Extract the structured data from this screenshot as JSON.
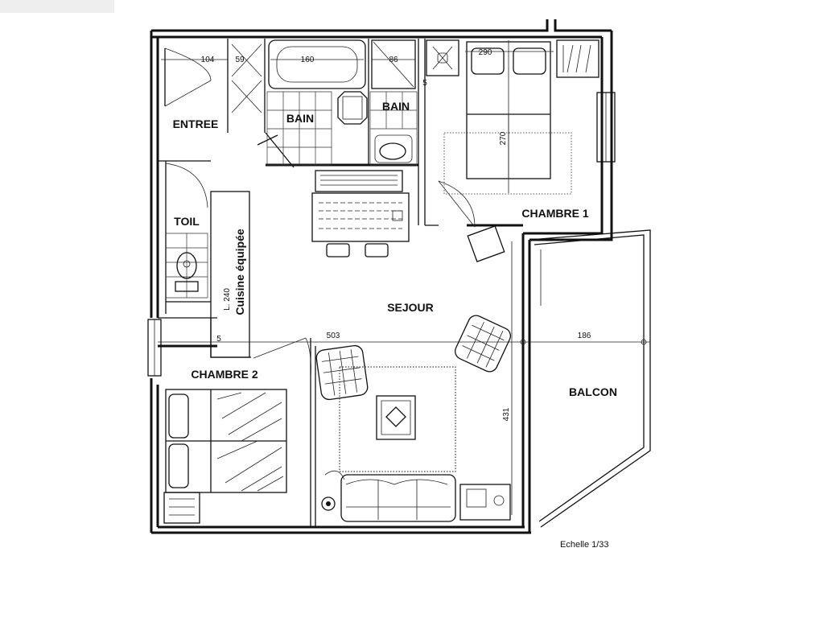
{
  "plan": {
    "rooms": {
      "entree": "ENTREE",
      "bain_1": "BAIN",
      "bain_2": "BAIN",
      "chambre_1": "CHAMBRE 1",
      "toil": "TOIL",
      "cuisine": "Cuisine équipée",
      "sejour": "SEJOUR",
      "chambre_2": "CHAMBRE 2",
      "balcon": "BALCON"
    },
    "dimensions": {
      "entree_width": "104",
      "closet_width": "59",
      "bath_width": "160",
      "shower_width": "86",
      "chambre1_width": "290",
      "chambre1_depth": "270",
      "kitchen_length": "L. 240",
      "sejour_width": "503",
      "sejour_depth": "431",
      "balcon_width": "186",
      "marker_1": "5",
      "marker_2": "5"
    },
    "scale": "Echelle 1/33"
  }
}
